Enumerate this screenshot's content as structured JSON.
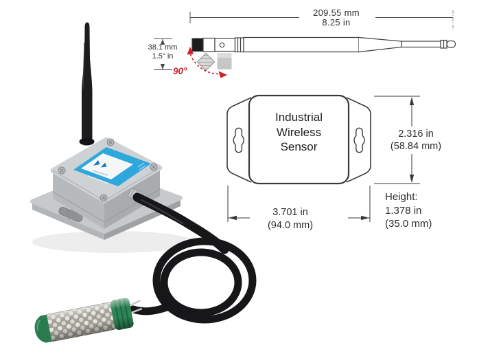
{
  "diagram": {
    "antenna": {
      "length_mm": "209.55 mm",
      "length_in": "8.25 in",
      "connector_height_mm": "38.1 mm",
      "connector_height_in": "1.5\" in",
      "rotation": "90°"
    },
    "sensor": {
      "label": [
        "Industrial",
        "Wireless",
        "Sensor"
      ],
      "width_in": "2.316 in",
      "width_mm": "(58.84 mm)",
      "length_in": "3.701 in",
      "length_mm": "(94.0 mm)",
      "height_title": "Height:",
      "height_in": "1.378 in",
      "height_mm": "(35.0 mm)"
    }
  },
  "photo": {
    "parts": [
      "antenna",
      "enclosure",
      "alta-label",
      "mounting-flange",
      "keyhole-slot",
      "cable",
      "mesh-probe"
    ]
  },
  "colors": {
    "background": "#ffffff",
    "line": "#3f3f3f",
    "accent_red": "#cf2127",
    "label_blue": "#2ea7dd",
    "enclosure_gray": "#c7cacc",
    "probe_green": "#2a7c50",
    "cable_black": "#17171a"
  }
}
